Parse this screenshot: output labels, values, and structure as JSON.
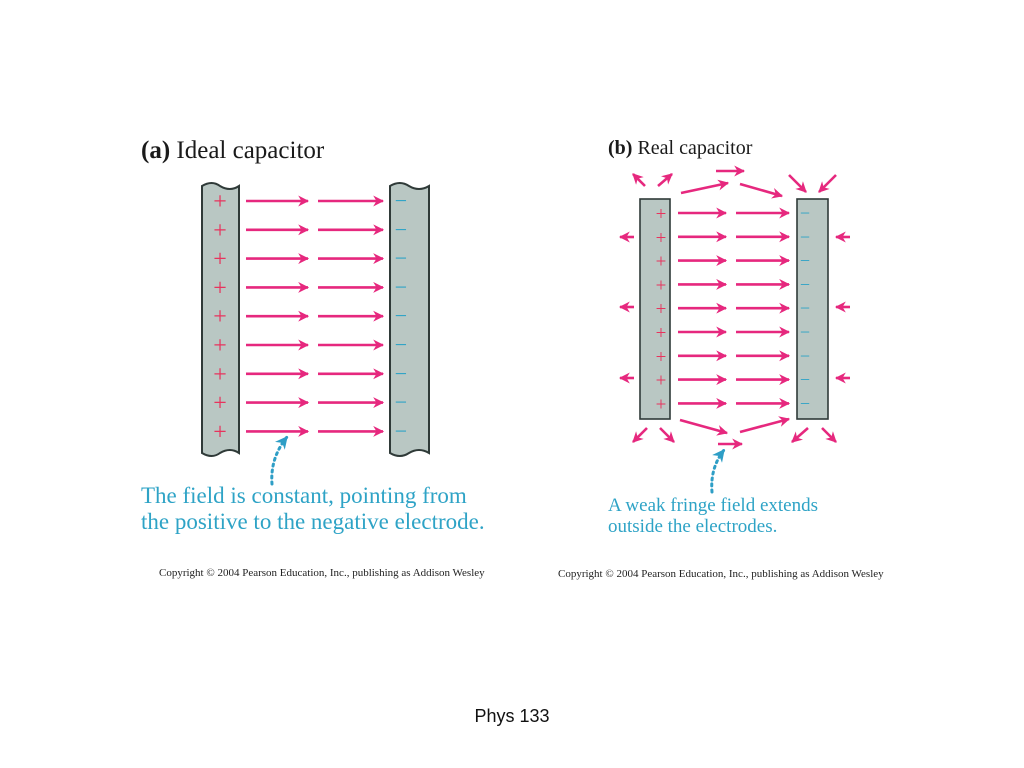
{
  "panel_a": {
    "label": "(a)",
    "title": "Ideal capacitor",
    "caption_line1": "The field is constant, pointing from",
    "caption_line2": "the positive to the negative electrode.",
    "copyright": "Copyright © 2004 Pearson Education, Inc., publishing as Addison Wesley",
    "positive_symbol": "+",
    "negative_symbol": "−",
    "charge_rows": 9
  },
  "panel_b": {
    "label": "(b)",
    "title": "Real capacitor",
    "caption_line1": "A weak fringe field extends",
    "caption_line2": "outside the electrodes.",
    "copyright": "Copyright © 2004 Pearson Education, Inc., publishing as Addison Wesley",
    "positive_symbol": "+",
    "negative_symbol": "−",
    "charge_rows": 9
  },
  "footer": "Phys 133",
  "colors": {
    "field_arrow": "#e6287e",
    "plus_charge": "#e8335d",
    "minus_charge": "#2ea3c6",
    "caption": "#2ea3c6",
    "plate_fill": "#b9c7c3"
  }
}
